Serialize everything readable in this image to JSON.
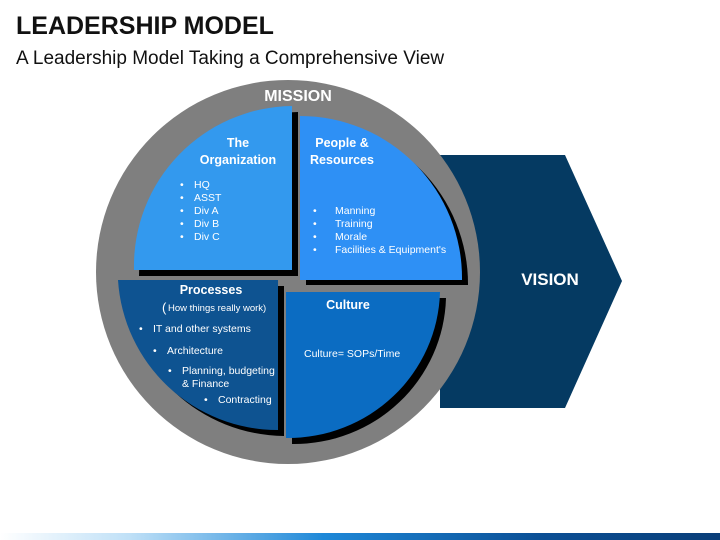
{
  "header": {
    "title": "LEADERSHIP MODEL",
    "subtitle": "A Leadership Model Taking a Comprehensive View"
  },
  "diagram": {
    "mission_label": "MISSION",
    "vision_label": "VISION",
    "quadrants": {
      "organization": {
        "title_line1": "The",
        "title_line2": "Organization",
        "items": [
          "HQ",
          "ASST",
          "Div A",
          "Div B",
          "Div C"
        ]
      },
      "people": {
        "title_line1": "People &",
        "title_line2": "Resources",
        "items": [
          "Manning",
          "Training",
          "Morale",
          "Facilities & Equipment's"
        ]
      },
      "processes": {
        "title": "Processes",
        "paren_open": "(",
        "subtitle": "How things really work)",
        "items": [
          "IT and other systems",
          "Architecture",
          "Planning, budgeting",
          "& Finance",
          "Contracting"
        ]
      },
      "culture": {
        "title": "Culture",
        "text": "Culture= SOPs/Time"
      }
    },
    "bullet": "•",
    "colors": {
      "ring": "#7f7f7f",
      "organization": "#3399ee",
      "people": "#2e90f5",
      "processes": "#0e5391",
      "culture": "#0b6cc2",
      "vision_arrow": "#053a62",
      "shadow": "#000000"
    }
  }
}
